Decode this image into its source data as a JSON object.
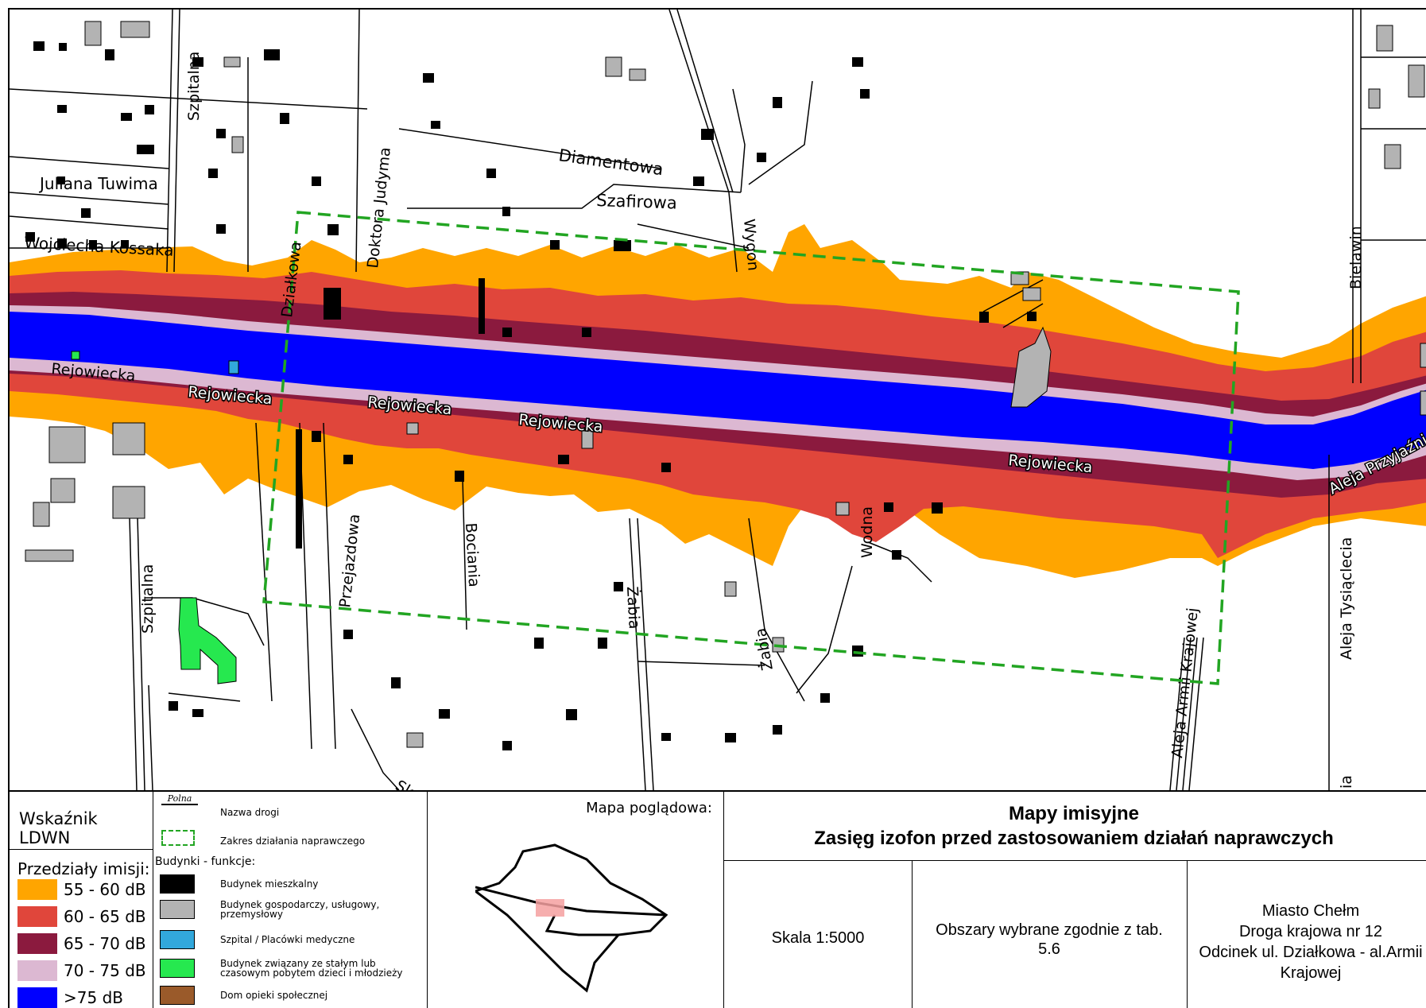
{
  "map": {
    "street_labels": {
      "szpitalna_n": "Szpitalna",
      "szpitalna_s": "Szpitalna",
      "juliana_tuwima": "Juliana Tuwima",
      "wojciecha_kossaka": "Wojciecha Kossaka",
      "dzialkowa": "Działkowa",
      "doktora_judyma": "Doktora Judyma",
      "diamentowa": "Diamentowa",
      "szafirowa": "Szafirowa",
      "wygon": "Wygon",
      "bielawin": "Bielawin",
      "rejowiecka_1": "Rejowiecka",
      "rejowiecka_2": "Rejowiecka",
      "rejowiecka_3": "Rejowiecka",
      "rejowiecka_4": "Rejowiecka",
      "rejowiecka_5": "Rejowiecka",
      "aleja_przyjazni": "Aleja Przyjaźni",
      "przejazdowa": "Przejazdowa",
      "bociania": "Bociania",
      "zabia_1": "Żabia",
      "zabia_2": "Żabia",
      "wodna": "Wodna",
      "aleja_armii_krajowej": "Aleja Armii Krajowej",
      "aleja_tysiaclecia": "Aleja Tysiąclecia",
      "skosna_partial": "Sk",
      "partial_bottom_right": "ia"
    },
    "colors": {
      "band_55_60": "#ffa500",
      "band_60_65": "#e0463b",
      "band_65_70": "#8b1a3e",
      "band_70_75": "#dcb8d2",
      "band_75_plus": "#0000ff",
      "residential": "#000000",
      "commercial": "#b3b3b3",
      "medical": "#32a8dc",
      "children": "#26e84f",
      "care_home": "#9a5a2a",
      "action_zone": "#22a522"
    }
  },
  "legend": {
    "indicator": "Wskaźnik LDWN",
    "ranges_title": "Przedziały imisji:",
    "ranges": [
      {
        "label": "55 - 60 dB",
        "color": "#ffa500"
      },
      {
        "label": "60 - 65 dB",
        "color": "#e0463b"
      },
      {
        "label": "65 - 70 dB",
        "color": "#8b1a3e"
      },
      {
        "label": "70 - 75 dB",
        "color": "#dcb8d2"
      },
      {
        "label": ">75 dB",
        "color": "#0000ff"
      }
    ],
    "road_sample": "Polna",
    "road_name": "Nazwa drogi",
    "action_zone": "Zakres działania naprawczego",
    "buildings_title": "Budynki - funkcje:",
    "buildings": [
      {
        "label": "Budynek mieszkalny",
        "color": "#000000"
      },
      {
        "label": "Budynek gospodarczy, usługowy, przemysłowy",
        "color": "#b3b3b3"
      },
      {
        "label": "Szpital / Placówki medyczne",
        "color": "#32a8dc"
      },
      {
        "label": "Budynek związany ze stałym lub czasowym pobytem dzieci i młodzieży",
        "color": "#26e84f"
      },
      {
        "label": "Dom opieki społecznej",
        "color": "#9a5a2a"
      }
    ],
    "overview_title": "Mapa poglądowa:"
  },
  "title_block": {
    "line1": "Mapy imisyjne",
    "line2": "Zasięg izofon przed zastosowaniem działań naprawczych",
    "scale": "Skala 1:5000",
    "areas": "Obszary wybrane zgodnie z tab. 5.6",
    "location_city": "Miasto Chełm",
    "location_road": "Droga krajowa nr 12",
    "location_section": "Odcinek ul. Działkowa - al.Armii",
    "location_end": "Krajowej"
  }
}
